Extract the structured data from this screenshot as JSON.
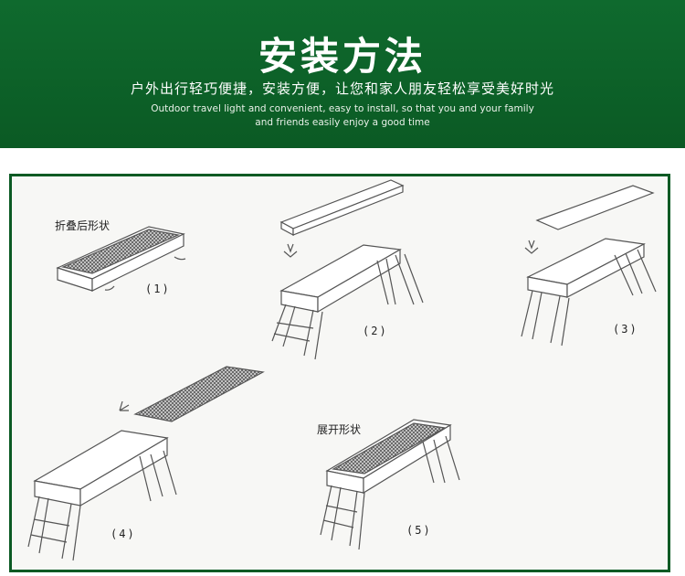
{
  "header": {
    "title": "安装方法",
    "subtitle_cn": "户外出行轻巧便捷，安装方便，让您和家人朋友轻松享受美好时光",
    "subtitle_en_line1": "Outdoor travel light and convenient, easy to install, so that you and your family",
    "subtitle_en_line2": "and friends easily enjoy a good time"
  },
  "diagram": {
    "folded_label": "折叠后形状",
    "unfolded_label": "展开形状",
    "steps": [
      "(1)",
      "(2)",
      "(3)",
      "(4)",
      "(5)"
    ]
  },
  "colors": {
    "banner": "#0b5a24",
    "border": "#0b5a24",
    "panel": "#f7f7f5",
    "line": "#555555"
  }
}
